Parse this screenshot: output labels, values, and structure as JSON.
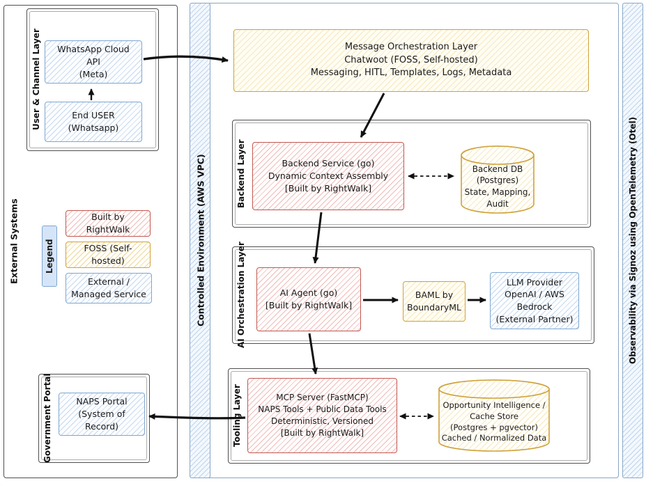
{
  "palette": {
    "built_by_rightwalk_border": "#c1574f",
    "foss_border": "#cfa23a",
    "external_managed_border": "#7fa7d2",
    "container_border": "#4f4f4f",
    "arrow": "#111111"
  },
  "external": {
    "label": "External Systems",
    "user_channel": {
      "label": "User & Channel Layer",
      "whatsapp_api": "WhatsApp Cloud API\n(Meta)",
      "end_user": "End USER\n(Whatsapp)"
    },
    "legend": {
      "label": "Legend",
      "items": [
        {
          "label": "Built by RightWalk"
        },
        {
          "label": "FOSS (Self-hosted)"
        },
        {
          "label": "External / Managed Service"
        }
      ]
    },
    "government": {
      "label": "Government Portal",
      "naps_portal": "NAPS Portal\n(System of Record)"
    }
  },
  "vpc": {
    "label": "Controlled Environment (AWS VPC)",
    "message_orchestration": "Message Orchestration Layer\nChatwoot (FOSS, Self-hosted)\nMessaging, HITL, Templates, Logs, Metadata",
    "backend_layer": {
      "label": "Backend Layer",
      "backend_service": "Backend Service (go)\nDynamic Context Assembly\n[Built by RightWalk]",
      "backend_db": "Backend DB\n(Postgres)\nState, Mapping,\nAudit"
    },
    "ai_layer": {
      "label": "AI Orchestration Layer",
      "ai_agent": "AI Agent (go)\n[Built by RightWalk]",
      "baml": "BAML by\nBoundaryML",
      "llm_provider": "LLM Provider\nOpenAI / AWS\nBedrock\n(External Partner)"
    },
    "tooling_layer": {
      "label": "Tooling Layer",
      "mcp_server": "MCP Server (FastMCP)\nNAPS Tools + Public Data Tools\nDeterministic, Versioned\n[Built by RightWalk]",
      "cache_store": "Opportunity Intelligence /\nCache Store\n(Postgres + pgvector)\nCached / Normalized Data"
    }
  },
  "observability": {
    "label": "Observability via Signoz using OpenTelemetry (Otel)"
  }
}
